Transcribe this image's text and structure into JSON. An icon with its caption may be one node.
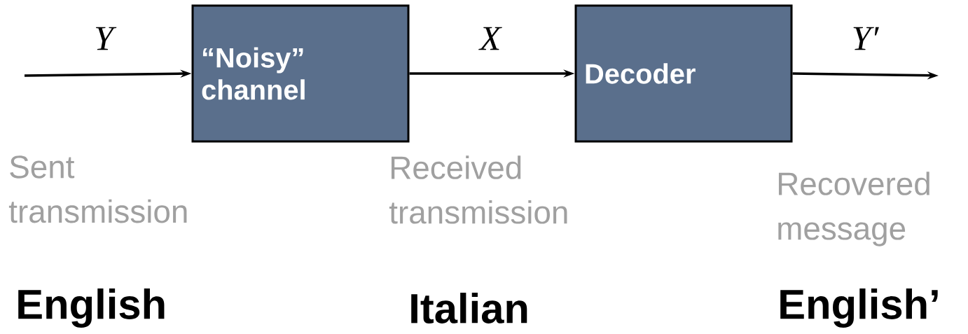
{
  "diagram": {
    "nodes": [
      {
        "text": [
          "“Noisy” channel"
        ]
      },
      {
        "text": [
          "Decoder"
        ]
      }
    ],
    "edges": [
      {
        "from": null,
        "to": 0,
        "arrow": "to",
        "label": "Y"
      },
      {
        "from": 0,
        "to": 1,
        "arrow": "to",
        "label": "X"
      },
      {
        "from": 1,
        "to": null,
        "arrow": "to",
        "label": "Y′"
      }
    ],
    "labels": [
      "Sent transmission",
      "Received transmission",
      "Recovered message",
      "English",
      "Italian",
      "English’"
    ]
  }
}
